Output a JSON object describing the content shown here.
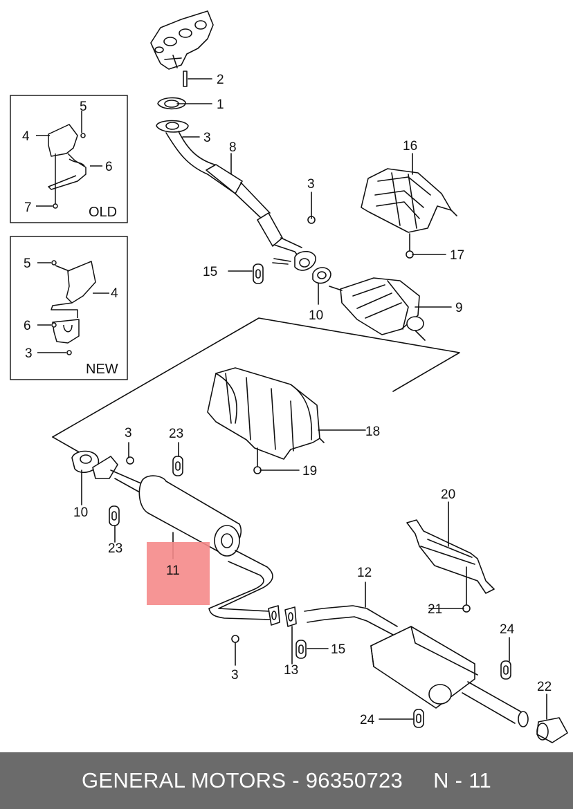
{
  "diagram": {
    "callouts": [
      {
        "id": "c2",
        "label": "2"
      },
      {
        "id": "c1",
        "label": "1"
      },
      {
        "id": "c3a",
        "label": "3"
      },
      {
        "id": "c8",
        "label": "8"
      },
      {
        "id": "c3b",
        "label": "3"
      },
      {
        "id": "c16",
        "label": "16"
      },
      {
        "id": "c17",
        "label": "17"
      },
      {
        "id": "c15a",
        "label": "15"
      },
      {
        "id": "c10a",
        "label": "10"
      },
      {
        "id": "c9",
        "label": "9"
      },
      {
        "id": "c18",
        "label": "18"
      },
      {
        "id": "c19",
        "label": "19"
      },
      {
        "id": "c3c",
        "label": "3"
      },
      {
        "id": "c23a",
        "label": "23"
      },
      {
        "id": "c10b",
        "label": "10"
      },
      {
        "id": "c23b",
        "label": "23"
      },
      {
        "id": "c11",
        "label": "11"
      },
      {
        "id": "c20",
        "label": "20"
      },
      {
        "id": "c21",
        "label": "21"
      },
      {
        "id": "c12",
        "label": "12"
      },
      {
        "id": "c24a",
        "label": "24"
      },
      {
        "id": "c22",
        "label": "22"
      },
      {
        "id": "c15b",
        "label": "15"
      },
      {
        "id": "c13",
        "label": "13"
      },
      {
        "id": "c3d",
        "label": "3"
      },
      {
        "id": "c24b",
        "label": "24"
      }
    ],
    "inset_old": {
      "title": "OLD",
      "labels": [
        {
          "label": "5"
        },
        {
          "label": "4"
        },
        {
          "label": "6"
        },
        {
          "label": "7"
        }
      ]
    },
    "inset_new": {
      "title": "NEW",
      "labels": [
        {
          "label": "5"
        },
        {
          "label": "4"
        },
        {
          "label": "6"
        },
        {
          "label": "3"
        }
      ]
    },
    "highlight": {
      "part_label": "11",
      "color": "#f58a8a"
    }
  },
  "footer": {
    "text": "GENERAL MOTORS - 96350723",
    "code": "N - 11"
  },
  "colors": {
    "footer_bg": "#6b6b6b",
    "footer_text": "#ffffff",
    "line": "#111111",
    "highlight": "#f58a8a"
  }
}
